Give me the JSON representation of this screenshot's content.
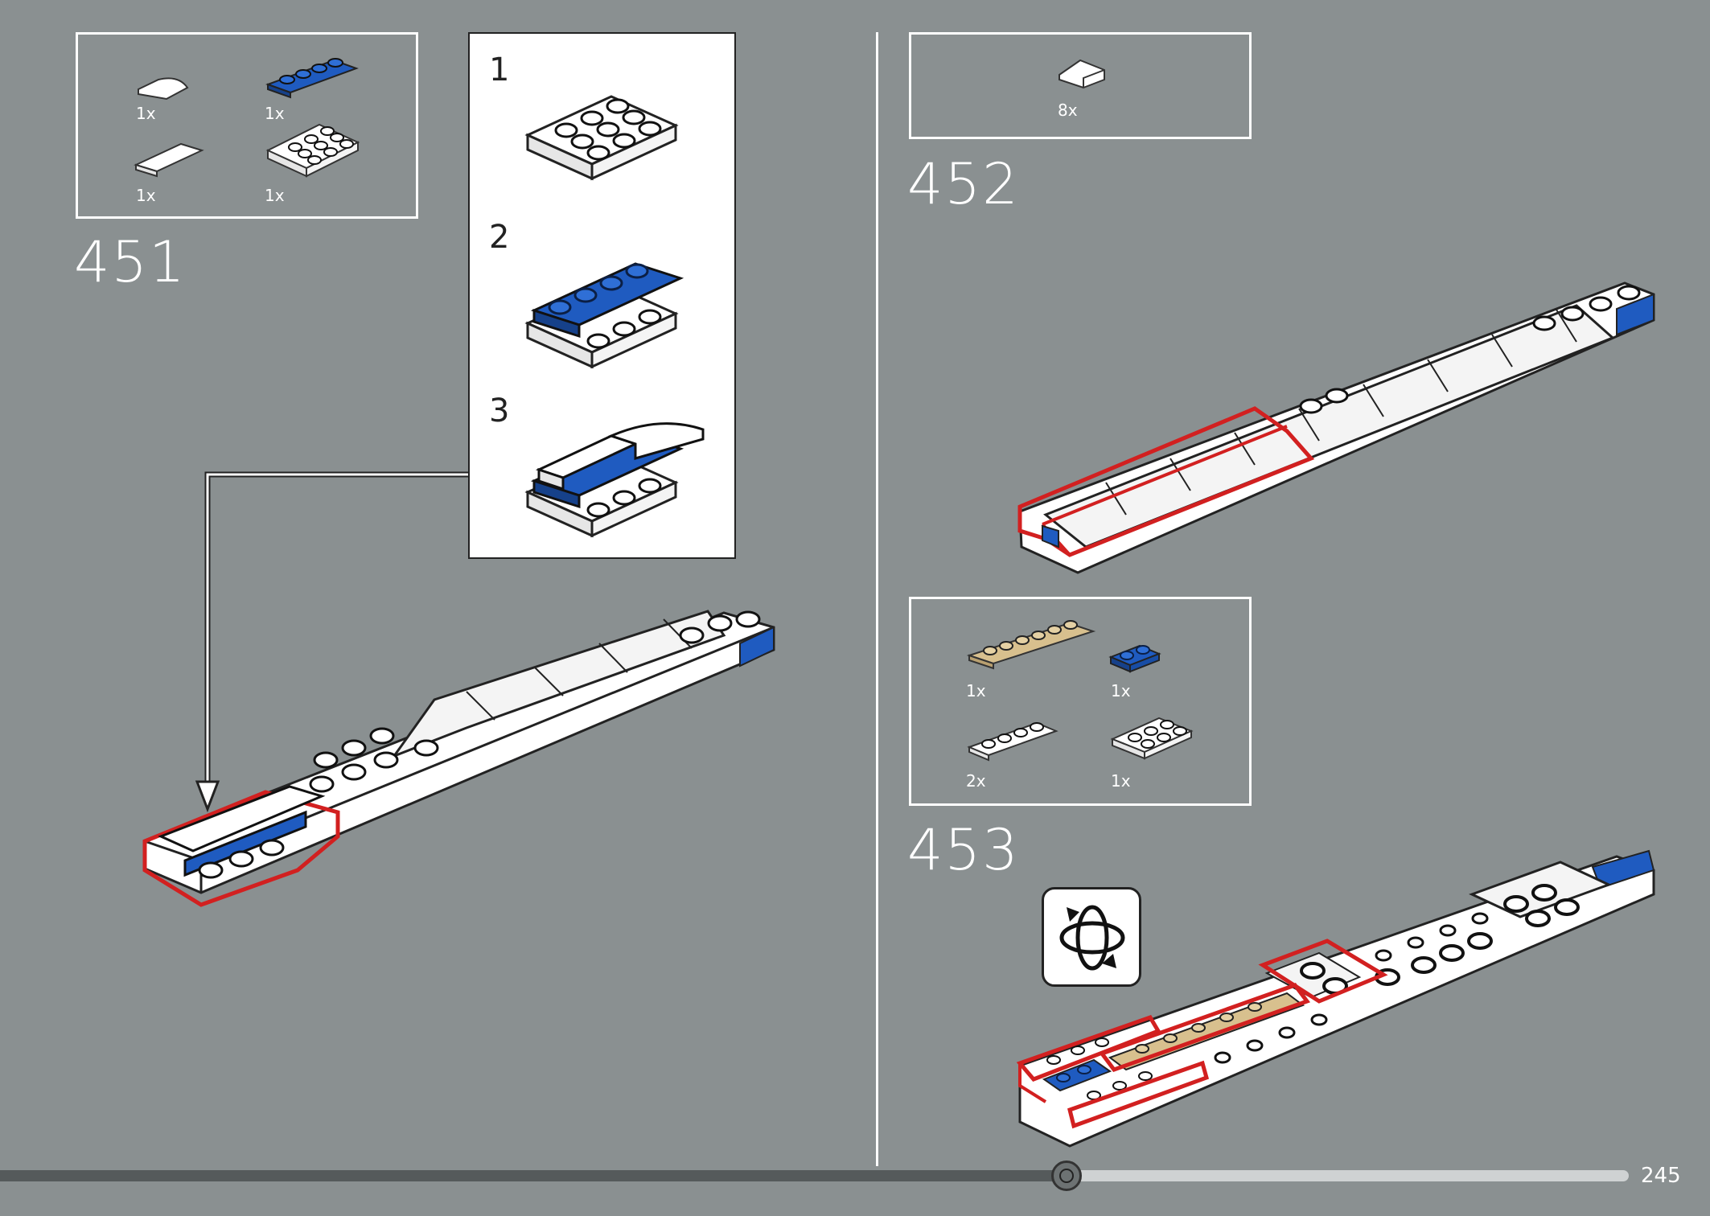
{
  "page": {
    "number": "245"
  },
  "steps": [
    {
      "number": "451",
      "parts": [
        {
          "qty": "1x",
          "icon": "white-curved-slope-icon",
          "color": "#ffffff"
        },
        {
          "qty": "1x",
          "icon": "blue-plate-1x4-icon",
          "color": "#1f5bc0"
        },
        {
          "qty": "1x",
          "icon": "white-tile-1x3-icon",
          "color": "#ffffff"
        },
        {
          "qty": "1x",
          "icon": "white-plate-3x3-icon",
          "color": "#ffffff"
        }
      ],
      "sub_steps": [
        "1",
        "2",
        "3"
      ]
    },
    {
      "number": "452",
      "parts": [
        {
          "qty": "8x",
          "icon": "white-slope-icon",
          "color": "#ffffff"
        }
      ]
    },
    {
      "number": "453",
      "parts": [
        {
          "qty": "1x",
          "icon": "tan-plate-1x6-icon",
          "color": "#d8c08e"
        },
        {
          "qty": "1x",
          "icon": "blue-plate-1x2-icon",
          "color": "#1f5bc0"
        },
        {
          "qty": "2x",
          "icon": "white-plate-1x4-icon",
          "color": "#ffffff"
        },
        {
          "qty": "1x",
          "icon": "white-plate-2x3-icon",
          "color": "#ffffff"
        }
      ],
      "icon": "rotate-model-icon"
    }
  ],
  "progress": {
    "fraction": 0.655
  },
  "colors": {
    "background": "#8a9091",
    "highlight": "#d22020",
    "blue": "#1f5bc0",
    "tan": "#d8c08e"
  }
}
